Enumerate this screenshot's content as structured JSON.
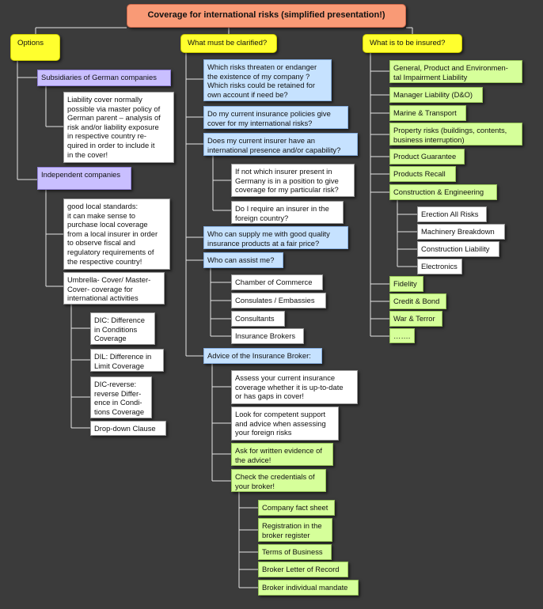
{
  "title": "Coverage for international risks (simplified presentation!)",
  "columns": {
    "options": {
      "header": "Options",
      "subsidiaries": {
        "label": "Subsidiaries of German companies",
        "note": "Liability cover normally\npossible via master policy of\nGerman parent – analysis of\nrisk and/or liability exposure\nin respective country re-\nquired in order to include it\nin the cover!"
      },
      "independent": {
        "label": "Independent companies",
        "local_standards": "good local standards:\nit can make sense to\npurchase local coverage\nfrom a local insurer in order\nto observe fiscal and\nregulatory requirements of\nthe respective country!",
        "umbrella": "Umbrella- Cover/ Master-\nCover- coverage for\ninternational activities",
        "umbrella_items": [
          "DIC: Difference\nin Conditions\nCoverage",
          "DIL: Difference in\nLimit Coverage",
          "DIC-reverse:\nreverse Differ-\nence in Condi-\ntions Coverage",
          "Drop-down Clause"
        ]
      }
    },
    "clarify": {
      "header": "What must be clarified?",
      "q1": "Which risks threaten or endanger\nthe existence of my company ?\nWhich risks could be retained for\nown account if need be?",
      "q2": "Do my current insurance policies give\ncover for my international risks?",
      "q3": "Does my current insurer have an\ninternational presence and/or capability?",
      "q3_sub": [
        "If not which insurer present in\nGermany is in a position to give\ncoverage for my particular risk?",
        "Do I require an insurer in the\nforeign country?"
      ],
      "q4": "Who can supply me with good quality\ninsurance products at a fair price?",
      "q5": "Who can assist me?",
      "q5_sub": [
        "Chamber of Commerce",
        "Consulates / Embassies",
        "Consultants",
        "Insurance Brokers"
      ],
      "broker": "Advice of the Insurance Broker:",
      "broker_sub": [
        "Assess your current insurance\ncoverage whether it is up-to-date\nor has gaps in cover!",
        "Look for competent support\nand advice when assessing\nyour foreign risks"
      ],
      "ask_written": "Ask for written evidence of\nthe advice!",
      "credentials": "Check the credentials of\nyour broker!",
      "credentials_sub": [
        "Company fact sheet",
        "Registration in the\nbroker register",
        "Terms of Business",
        "Broker Letter of Record",
        "Broker individual mandate"
      ]
    },
    "insured": {
      "header": "What is to be insured?",
      "items": [
        "General, Product and Environmen-\ntal Impairment Liability",
        "Manager Liability (D&O)",
        "Marine & Transport",
        "Property risks (buildings, contents,\nbusiness interruption)",
        "Product Guarantee",
        "Products Recall",
        "Construction & Engineering"
      ],
      "construction_sub": [
        "Erection All Risks",
        "Machinery Breakdown",
        "Construction Liability",
        "Electronics"
      ],
      "items_after": [
        "Fidelity",
        "Credit & Bond",
        "War & Terror",
        "……."
      ]
    }
  }
}
